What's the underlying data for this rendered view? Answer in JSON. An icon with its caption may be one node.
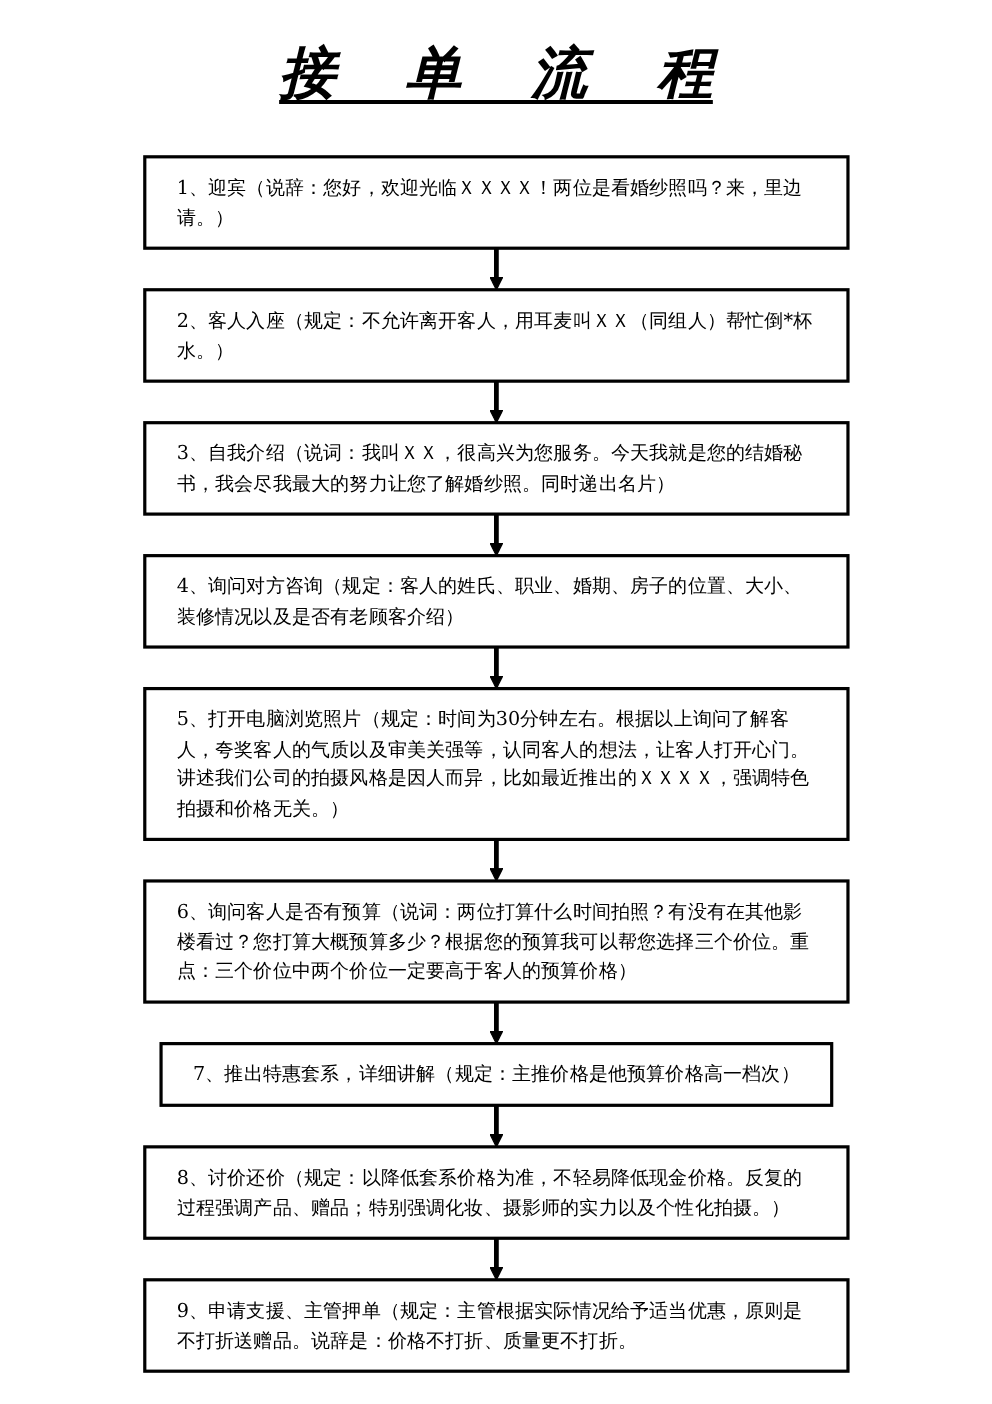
{
  "diagram": {
    "title": "接 单 流 程",
    "nodes": [
      {
        "text": [
          "1、迎宾（说辞：您好，欢迎光临ＸＸＸＸ！两位是看婚纱照吗？来，里边请。）"
        ]
      },
      {
        "text": [
          "2、客人入座（规定：不允许离开客人，用耳麦叫ＸＸ（同组人）帮忙倒*杯水。）"
        ]
      },
      {
        "text": [
          "3、自我介绍（说词：我叫ＸＸ，很高兴为您服务。今天我就是您的结婚秘书，我会尽我最大的努力让您了解婚纱照。同时递出名片）"
        ]
      },
      {
        "text": [
          "4、询问对方咨询（规定：客人的姓氏、职业、婚期、房子的位置、大小、装修情况以及是否有老顾客介绍）"
        ]
      },
      {
        "text": [
          "5、打开电脑浏览照片（规定：时间为30分钟左右。根据以上询问了解客人，夸奖客人的气质以及审美关强等，认同客人的想法，让客人打开心门。讲述我们公司的拍摄风格是因人而异，比如最近推出的ＸＸＸＸ，强调特色拍摄和价格无关。）"
        ]
      },
      {
        "text": [
          "6、询问客人是否有预算（说词：两位打算什么时间拍照？有没有在其他影楼看过？您打算大概预算多少？根据您的预算我可以帮您选择三个价位。重点：三个价位中两个价位一定要高于客人的预算价格）"
        ]
      },
      {
        "text": [
          "7、推出特惠套系，详细讲解（规定：主推价格是他预算价格高一档次）"
        ]
      },
      {
        "text": [
          "8、讨价还价（规定：以降低套系价格为准，不轻易降低现金价格。反复的过程强调产品、赠品；特别强调化妆、摄影师的实力以及个性化拍摄。）"
        ]
      },
      {
        "text": [
          "9、申请支援、主管押单（规定：主管根据实际情况给予适当优惠，原则是不打折送赠品。说辞是：价格不打折、质量更不打折。"
        ]
      }
    ],
    "edges": [
      {
        "from": 0,
        "to": 1,
        "arrow": "to"
      },
      {
        "from": 1,
        "to": 2,
        "arrow": "to"
      },
      {
        "from": 2,
        "to": 3,
        "arrow": "to"
      },
      {
        "from": 3,
        "to": 4,
        "arrow": "to"
      },
      {
        "from": 4,
        "to": 5,
        "arrow": "to"
      },
      {
        "from": 5,
        "to": 6,
        "arrow": "to"
      },
      {
        "from": 6,
        "to": 7,
        "arrow": "to"
      },
      {
        "from": 7,
        "to": 8,
        "arrow": "to"
      }
    ]
  }
}
